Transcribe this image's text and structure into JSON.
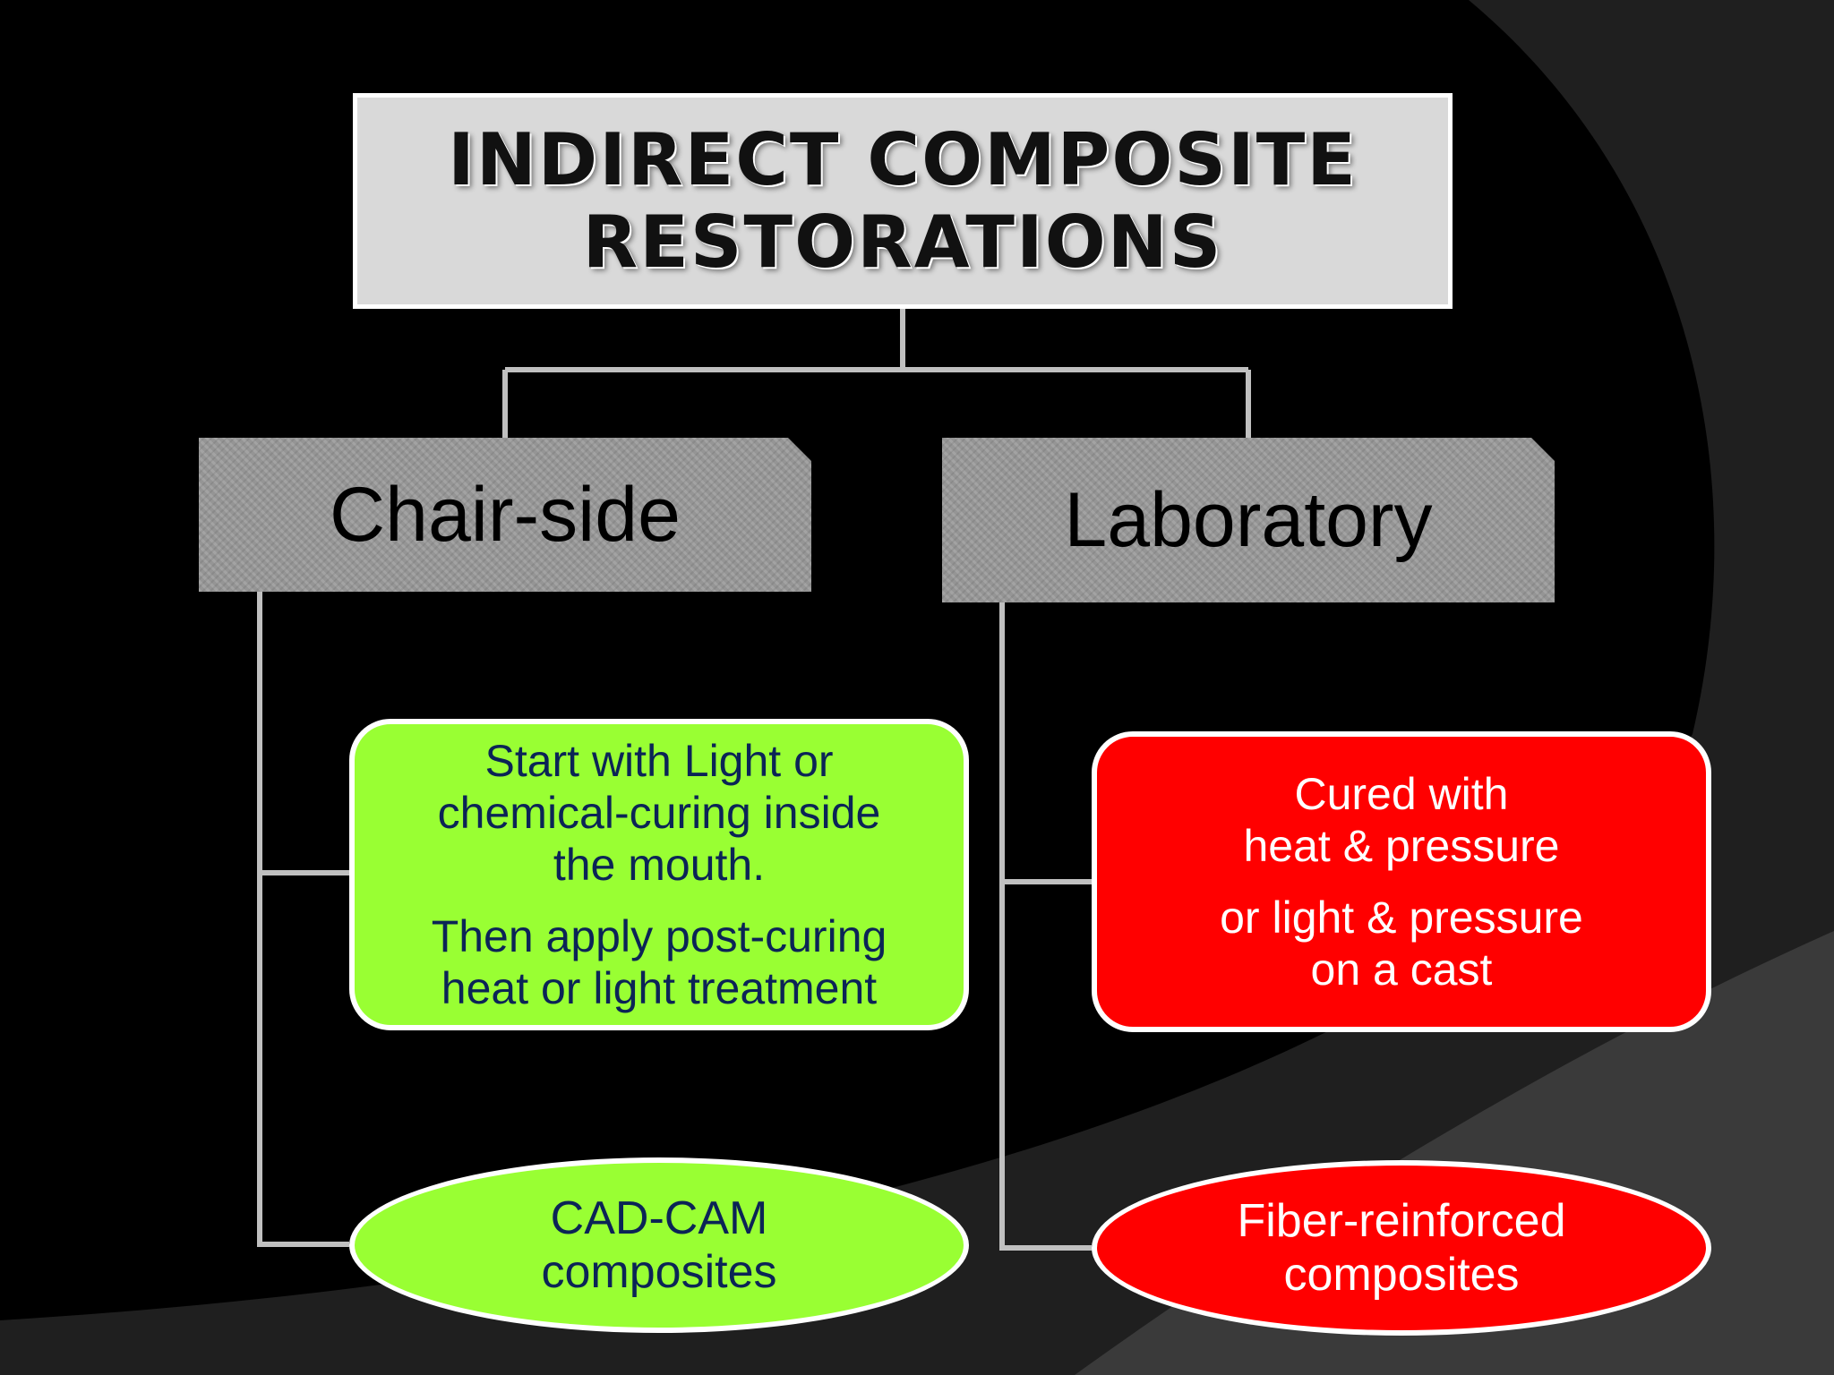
{
  "colors": {
    "background": "#000000",
    "swoosh_dark": "#1f1f1f",
    "swoosh_light": "#3a3a3a",
    "title_box": "#d9d9d9",
    "category_box": "#999999",
    "connector": "#c0c0c0",
    "chairside_fill": "#99ff33",
    "chairside_text": "#0b2456",
    "laboratory_fill": "#ff0000",
    "laboratory_text": "#ffffff"
  },
  "root": {
    "title_lines": [
      "INDIRECT COMPOSITE",
      "RESTORATIONS"
    ]
  },
  "categories": {
    "left": {
      "label": "Chair-side"
    },
    "right": {
      "label": "Laboratory"
    }
  },
  "chairside": {
    "process": {
      "paragraph1": [
        "Start with Light or",
        "chemical-curing inside",
        "the mouth."
      ],
      "paragraph2": [
        "Then apply post-curing",
        "heat or light treatment"
      ]
    },
    "type": {
      "lines": [
        "CAD-CAM",
        "composites"
      ]
    }
  },
  "laboratory": {
    "process": {
      "paragraph1": [
        "Cured with",
        "heat & pressure"
      ],
      "paragraph2": [
        "or light & pressure",
        "on a cast"
      ]
    },
    "type": {
      "lines": [
        "Fiber-reinforced",
        "composites"
      ]
    }
  }
}
